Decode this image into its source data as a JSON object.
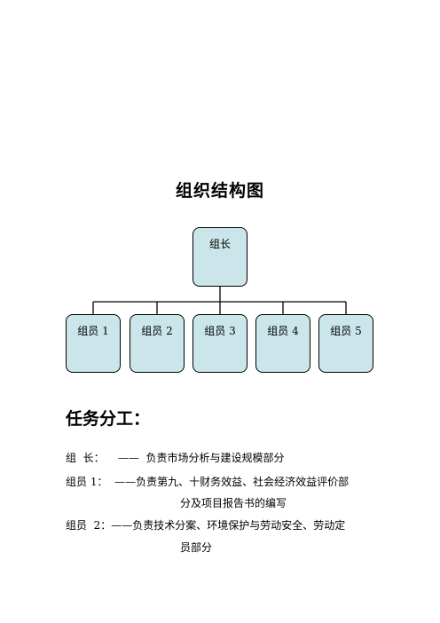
{
  "page_title": "组织结构图",
  "org_chart": {
    "leader": "组长",
    "members": [
      "组员 1",
      "组员 2",
      "组员 3",
      "组员 4",
      "组员 5"
    ]
  },
  "tasks": {
    "heading": "任务分工：",
    "lines": [
      "组  长：    ——  负责市场分析与建设规模部分",
      "组员 1：  ——负责第九、十财务效益、社会经济效益评价部",
      "分及项目报告书的编写",
      "组员  2：——负责技术分案、环境保护与劳动安全、劳动定",
      "员部分"
    ]
  }
}
